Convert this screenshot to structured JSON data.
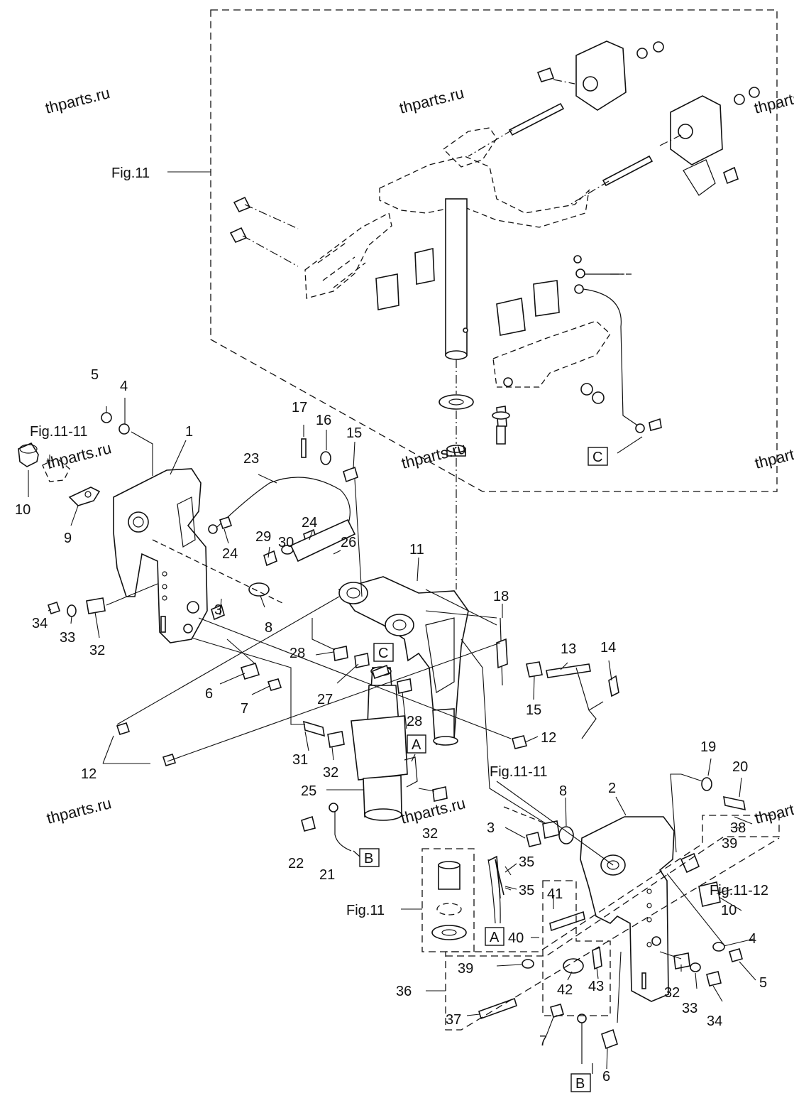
{
  "watermark": "thparts.ru",
  "figure_refs": {
    "fig11_top": "Fig.11",
    "fig11_11_left": "Fig.11-11",
    "fig11_11_right": "Fig.11-11",
    "fig11_12": "Fig.11-12",
    "fig11_bottom": "Fig.11"
  },
  "boxed_refs": {
    "A": "A",
    "B": "B",
    "C": "C"
  },
  "part_numbers": {
    "p1": "1",
    "p2": "2",
    "p3": "3",
    "p4": "4",
    "p5": "5",
    "p6": "6",
    "p7": "7",
    "p8": "8",
    "p9": "9",
    "p10": "10",
    "p11": "11",
    "p12": "12",
    "p13": "13",
    "p14": "14",
    "p15": "15",
    "p16": "16",
    "p17": "17",
    "p18": "18",
    "p19": "19",
    "p20": "20",
    "p21": "21",
    "p22": "22",
    "p23": "23",
    "p24": "24",
    "p25": "25",
    "p26": "26",
    "p27": "27",
    "p28": "28",
    "p29": "29",
    "p30": "30",
    "p31": "31",
    "p32": "32",
    "p33": "33",
    "p34": "34",
    "p35": "35",
    "p36": "36",
    "p37": "37",
    "p38": "38",
    "p39": "39",
    "p40": "40",
    "p41": "41",
    "p42": "42",
    "p43": "43"
  }
}
